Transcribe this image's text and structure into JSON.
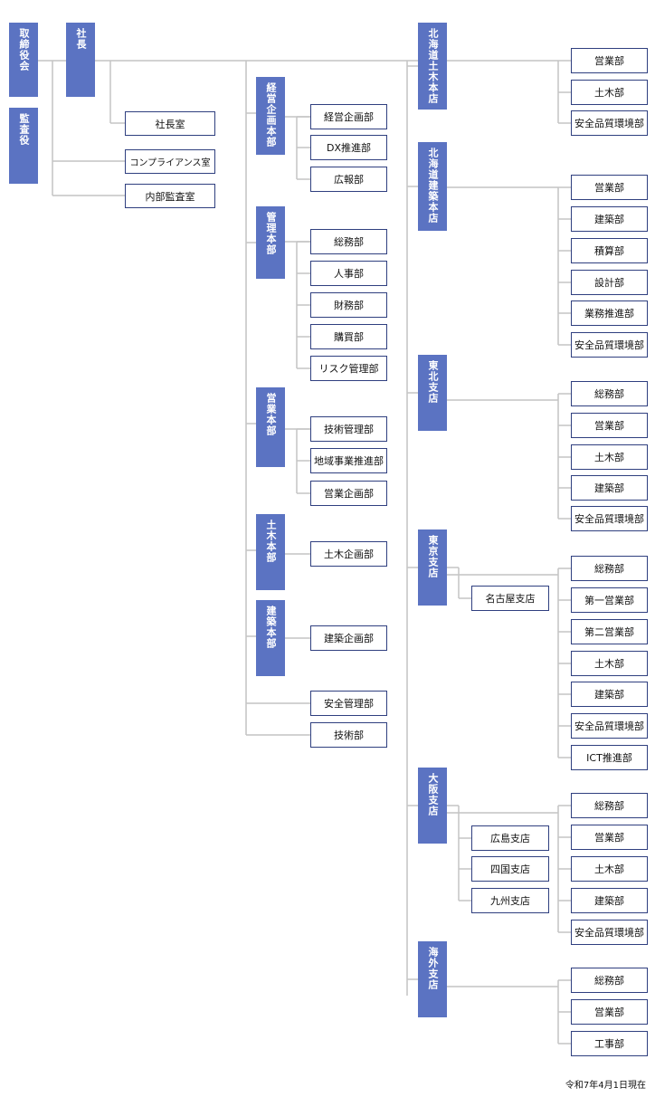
{
  "chart_data": {
    "type": "org_chart",
    "title": "",
    "left_boxes": [
      "取締役会",
      "監査役"
    ],
    "president": {
      "label": "社長",
      "staff": [
        "社長室",
        "コンプライアンス室",
        "内部監査室"
      ]
    },
    "headquarters_divisions": [
      {
        "label": "経営企画本部",
        "departments": [
          "経営企画部",
          "DX推進部",
          "広報部"
        ]
      },
      {
        "label": "管理本部",
        "departments": [
          "総務部",
          "人事部",
          "財務部",
          "購買部",
          "リスク管理部"
        ]
      },
      {
        "label": "営業本部",
        "departments": [
          "技術管理部",
          "地域事業推進部",
          "営業企画部"
        ]
      },
      {
        "label": "土木本部",
        "departments": [
          "土木企画部"
        ]
      },
      {
        "label": "建築本部",
        "departments": [
          "建築企画部"
        ]
      }
    ],
    "direct_departments": [
      "安全管理部",
      "技術部"
    ],
    "branches": [
      {
        "label": "北海道土木本店",
        "sub_branches": [],
        "departments": [
          "営業部",
          "土木部",
          "安全品質環境部"
        ]
      },
      {
        "label": "北海道建築本店",
        "sub_branches": [],
        "departments": [
          "営業部",
          "建築部",
          "積算部",
          "設計部",
          "業務推進部",
          "安全品質環境部"
        ]
      },
      {
        "label": "東北支店",
        "sub_branches": [],
        "departments": [
          "総務部",
          "営業部",
          "土木部",
          "建築部",
          "安全品質環境部"
        ]
      },
      {
        "label": "東京支店",
        "sub_branches": [
          "名古屋支店"
        ],
        "departments": [
          "総務部",
          "第一営業部",
          "第二営業部",
          "土木部",
          "建築部",
          "安全品質環境部",
          "ICT推進部"
        ]
      },
      {
        "label": "大阪支店",
        "sub_branches": [
          "広島支店",
          "四国支店",
          "九州支店"
        ],
        "departments": [
          "総務部",
          "営業部",
          "土木部",
          "建築部",
          "安全品質環境部"
        ]
      },
      {
        "label": "海外支店",
        "sub_branches": [],
        "departments": [
          "総務部",
          "営業部",
          "工事部"
        ]
      }
    ],
    "note": "令和7年4月1日現在"
  }
}
